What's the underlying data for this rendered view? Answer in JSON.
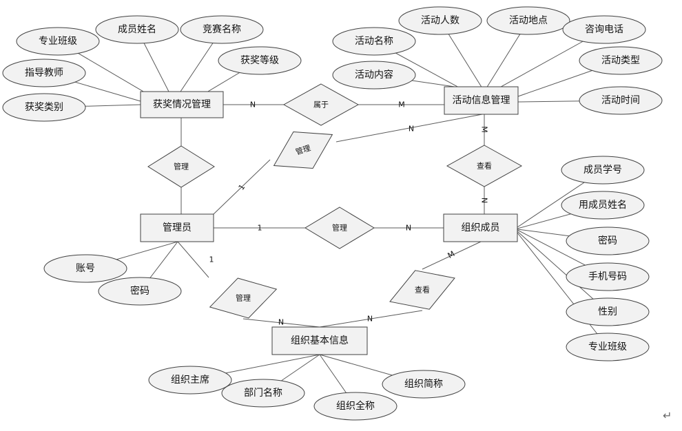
{
  "entities": {
    "award": "获奖情况管理",
    "activity": "活动信息管理",
    "admin": "管理员",
    "member": "组织成员",
    "orginfo": "组织基本信息"
  },
  "relationships": {
    "belongs": "属于",
    "manage_award": "管理",
    "manage_activity": "管理",
    "manage_member": "管理",
    "manage_org": "管理",
    "view_activity": "查看",
    "view_org": "查看"
  },
  "attributes": {
    "award": [
      "专业班级",
      "成员姓名",
      "竞赛名称",
      "获奖等级",
      "指导教师",
      "获奖类别"
    ],
    "activity": [
      "活动名称",
      "活动人数",
      "活动地点",
      "咨询电话",
      "活动内容",
      "活动类型",
      "活动时间"
    ],
    "member": [
      "成员学号",
      "用成员姓名",
      "密码",
      "手机号码",
      "性别",
      "专业班级"
    ],
    "admin": [
      "账号",
      "密码"
    ],
    "orginfo": [
      "组织主席",
      "部门名称",
      "组织全称",
      "组织简称"
    ]
  },
  "cardinalities": {
    "award_belongs": "N",
    "belongs_activity": "M",
    "activity_view": "M",
    "view_member": "N",
    "admin_manage_activity": "1",
    "manage_activity_activity": "N",
    "admin_manage_member": "1",
    "manage_member_member": "N",
    "admin_manage_org": "1",
    "manage_org_org": "N",
    "member_view_org": "M",
    "view_org_org": "N"
  },
  "return_mark": "↵"
}
